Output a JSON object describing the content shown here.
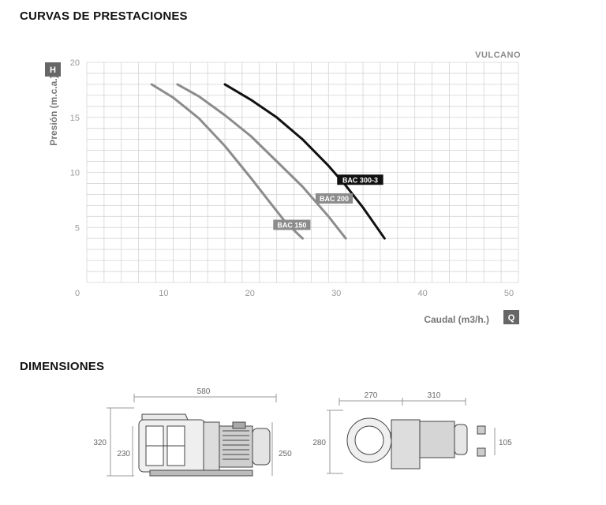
{
  "sections": {
    "curves_title": "CURVAS DE PRESTACIONES",
    "dimensions_title": "DIMENSIONES"
  },
  "brand": "VULCANO",
  "axis_badges": {
    "y": "H",
    "x": "Q"
  },
  "colors": {
    "grid": "#d4d4d4",
    "badge": "#666666",
    "light_curve": "#8c8c8c",
    "dark_curve": "#111111"
  },
  "chart_data": {
    "type": "line",
    "xlabel": "Caudal (m3/h.)",
    "ylabel": "Presión (m.c.a.)",
    "xlim": [
      0,
      50
    ],
    "ylim": [
      0,
      20
    ],
    "x_ticks": [
      0,
      10,
      20,
      30,
      40,
      50
    ],
    "y_ticks": [
      5,
      10,
      15,
      20
    ],
    "grid": true,
    "series": [
      {
        "name": "BAC 150",
        "color": "#8c8c8c",
        "x": [
          7.5,
          10,
          13,
          16,
          19,
          21,
          23,
          25
        ],
        "y": [
          18,
          16.8,
          14.9,
          12.4,
          9.5,
          7.5,
          5.5,
          4
        ]
      },
      {
        "name": "BAC 200",
        "color": "#8c8c8c",
        "x": [
          10.5,
          13,
          16,
          19,
          22,
          25,
          28,
          30
        ],
        "y": [
          18,
          16.9,
          15.2,
          13.3,
          11.0,
          8.7,
          6.0,
          4
        ]
      },
      {
        "name": "BAC 300-3",
        "color": "#111111",
        "x": [
          16,
          19,
          22,
          25,
          28,
          30,
          32,
          34.5
        ],
        "y": [
          18,
          16.6,
          15.0,
          13.0,
          10.6,
          8.8,
          6.8,
          4
        ]
      }
    ]
  },
  "dimensions": {
    "side_view": {
      "length": "580",
      "height": "320",
      "inner_height": "230",
      "motor_height": "250"
    },
    "front_view": {
      "pump_width": "270",
      "motor_width": "310",
      "height": "280",
      "foot_spacing": "105"
    }
  }
}
